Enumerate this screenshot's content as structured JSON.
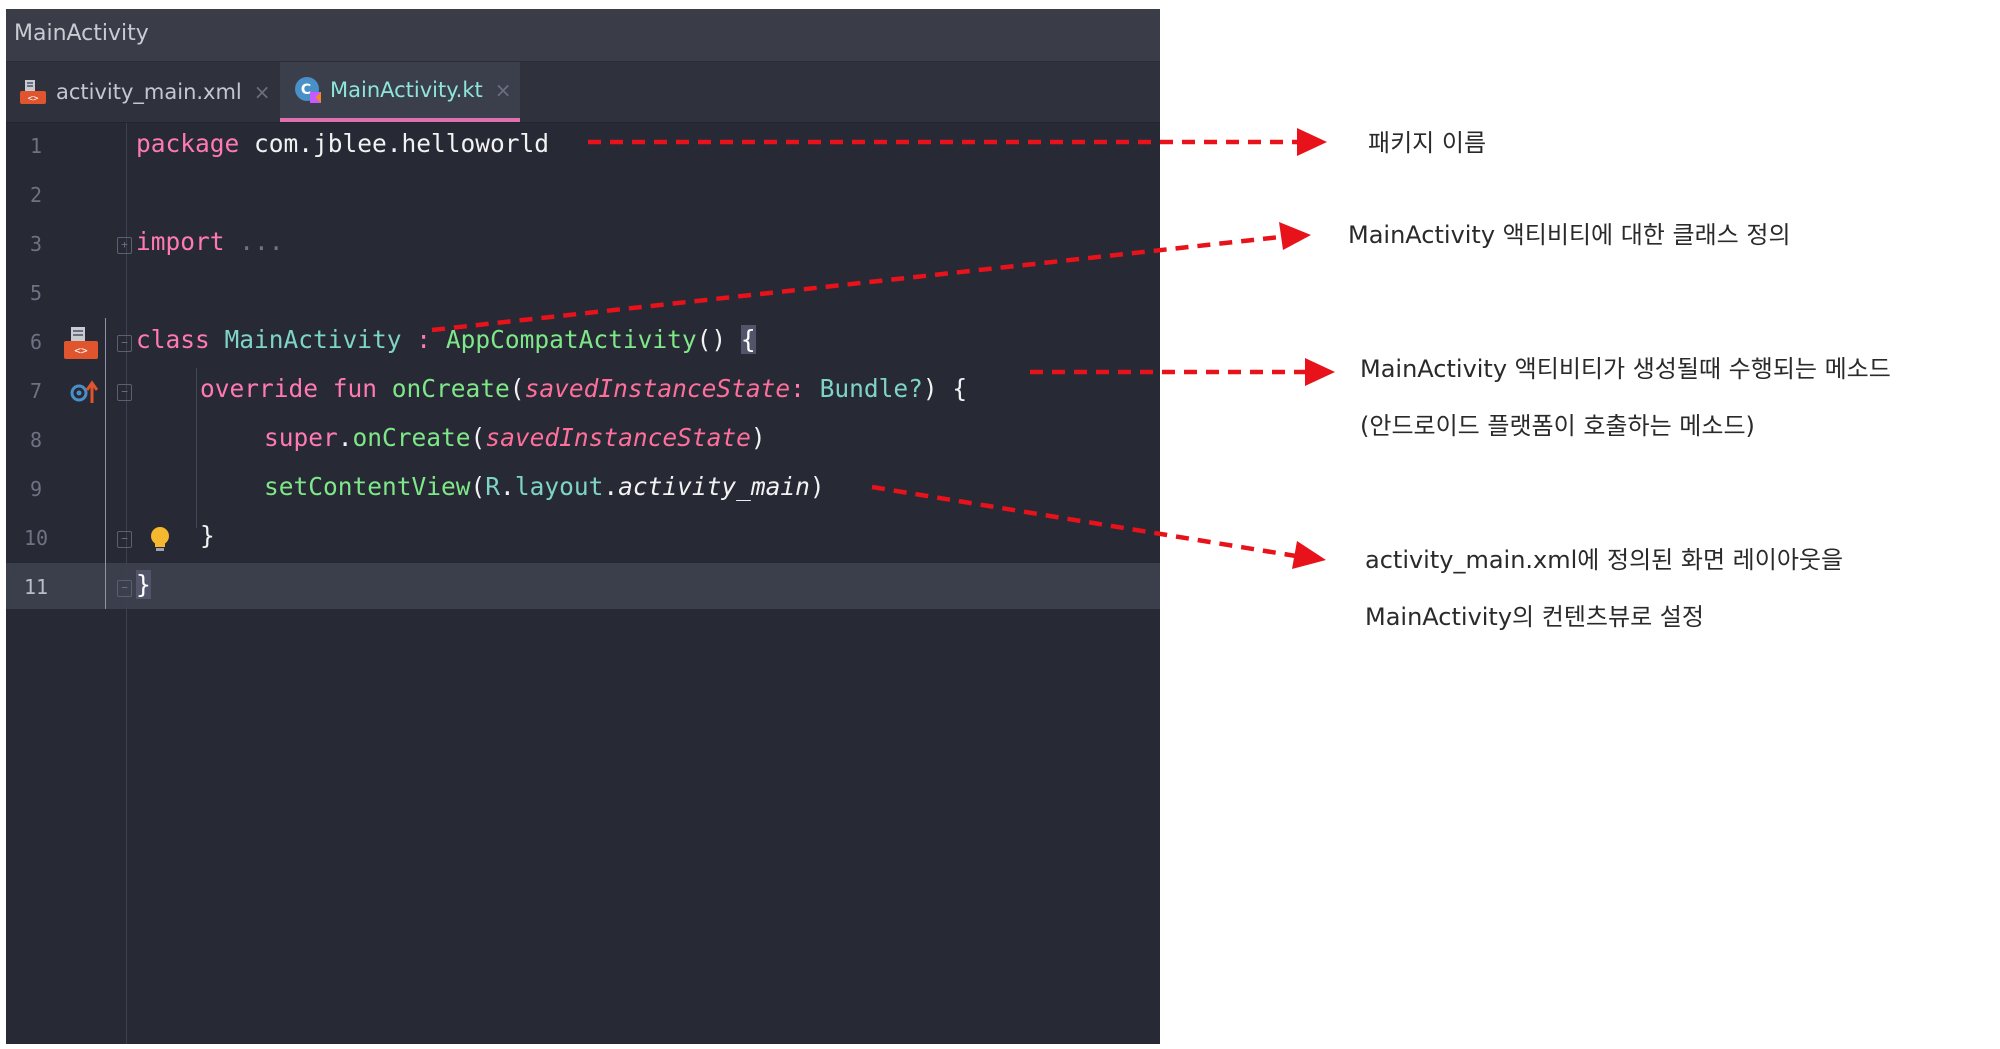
{
  "window": {
    "title": "MainActivity"
  },
  "tabs": [
    {
      "label": "activity_main.xml",
      "close": "×",
      "icon": "xml-layout-file-icon",
      "active": false
    },
    {
      "label": "MainActivity.kt",
      "close": "×",
      "icon": "kotlin-class-file-icon",
      "active": true
    }
  ],
  "editor": {
    "line_numbers": [
      "1",
      "2",
      "3",
      "5",
      "6",
      "7",
      "8",
      "9",
      "10",
      "11"
    ],
    "current_line": "11",
    "tokens": {
      "l1_kw": "package",
      "l1_pkg": " com.jblee.helloworld",
      "l3_kw": "import",
      "l3_rest": " ...",
      "l6_kw": "class",
      "l6_name": "MainActivity",
      "l6_colon": " : ",
      "l6_super": "AppCompatActivity",
      "l6_parens": "() ",
      "l6_brace": "{",
      "l7_kw": "override fun",
      "l7_fn": "onCreate",
      "l7_open": "(",
      "l7_param": "savedInstanceState",
      "l7_colon": ": ",
      "l7_type": "Bundle?",
      "l7_close": ") {",
      "l8_kw": "super",
      "l8_dot": ".",
      "l8_fn": "onCreate",
      "l8_open": "(",
      "l8_param": "savedInstanceState",
      "l8_close": ")",
      "l9_fn": "setContentView",
      "l9_open": "(",
      "l9_r": "R",
      "l9_dot1": ".",
      "l9_layout": "layout",
      "l9_dot2": ".",
      "l9_res": "activity_main",
      "l9_close": ")",
      "l10_brace": "}",
      "l11_brace": "}"
    }
  },
  "annotations": {
    "package_name": "패키지 이름",
    "class_def": "MainActivity 액티비티에 대한 클래스 정의",
    "on_create_1": "MainActivity 액티비티가 생성될때 수행되는 메소드",
    "on_create_2": "(안드로이드 플랫폼이 호출하는 메소드)",
    "content_view_1": "activity_main.xml에 정의된 화면 레이아웃을",
    "content_view_2": "MainActivity의 컨텐츠뷰로 설정"
  },
  "colors": {
    "arrow": "#e8121b",
    "editor_bg": "#272935",
    "keyword": "#ff7ab2",
    "function": "#7ee787",
    "type": "#7dd4c7",
    "active_tab_underline": "#e06fae"
  }
}
